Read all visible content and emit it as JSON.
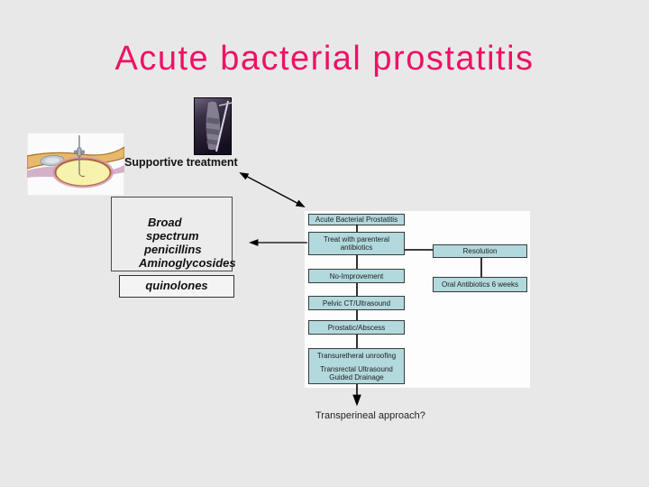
{
  "slide": {
    "title": "Acute bacterial prostatitis",
    "title_color": "#ee1166",
    "background_color": "#e9e8e8"
  },
  "labels": {
    "supportive_treatment": "Supportive treatment",
    "transperineal_question": "Transperineal approach?"
  },
  "medications_box": {
    "lines": [
      "Broad",
      "spectrum",
      "penicillins",
      "Aminoglycosides"
    ]
  },
  "quinolones_box": {
    "label": "quinolones"
  },
  "flowchart": {
    "box_fill": "#b2d9dd",
    "nodes": {
      "start": "Acute Bacterial Prostatitis",
      "treat": "Treat with parenteral antibiotics",
      "resolution": "Resolution",
      "oral_antibiotics": "Oral Antibiotics 6 weeks",
      "no_improvement": "No-Improvement",
      "pelvic_ct": "Pelvic CT/Ultrasound",
      "prostatic_abscess": "Prostatic/Abscess",
      "unroofing_line1": "Transuretheral unroofing",
      "unroofing_line2": "Transrectal Ultrasound Guided Drainage"
    }
  },
  "images": {
    "anatomy": "prostate-abscess-aspiration-illustration",
    "xray": "radiograph-supportive-treatment-image"
  }
}
